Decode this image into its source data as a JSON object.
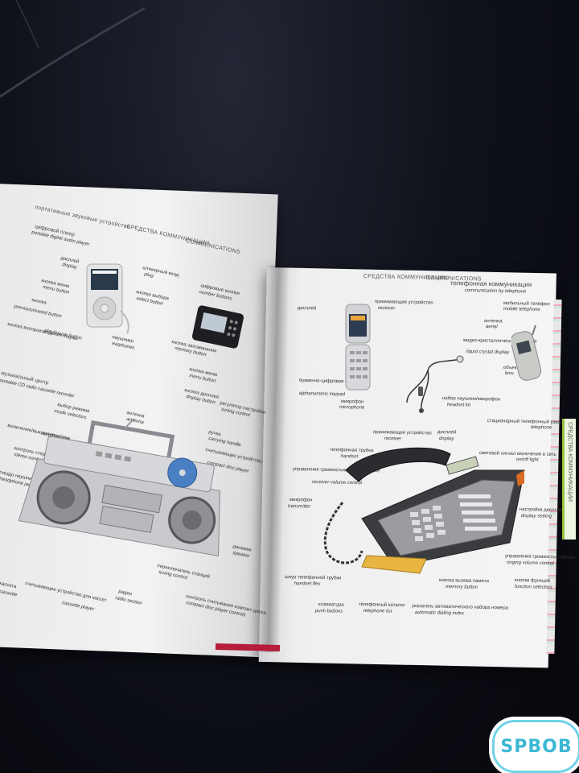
{
  "left_page": {
    "section_title": "портативные звуковые устройства",
    "header_ru": "СРЕДСТВА КОММУНИКАЦИИ",
    "header_en": "COMMUNICATIONS",
    "player_ru": "цифровой плеер",
    "player_en": "portable digital audio player",
    "labels": [
      {
        "ru": "дисплей",
        "en": "display"
      },
      {
        "ru": "кнопка меню",
        "en": "menu button"
      },
      {
        "ru": "кнопка",
        "en": "previous/rewind button"
      },
      {
        "ru": "кнопка воспроизведения /паузы",
        "en": "play/pause button"
      },
      {
        "ru": "наушники",
        "en": "earphones"
      },
      {
        "ru": "кнопка выбора",
        "en": "select button"
      },
      {
        "ru": "штекерный вход",
        "en": "plug"
      },
      {
        "ru": "цифровые кнопки",
        "en": "number buttons"
      },
      {
        "ru": "кнопка запоминания",
        "en": "memory button"
      },
      {
        "ru": "кнопка меню",
        "en": "menu button"
      },
      {
        "ru": "кнопка дисплея",
        "en": "display button"
      },
      {
        "ru": "регулятор настройки",
        "en": "tuning control"
      },
      {
        "ru": "выбор режима",
        "en": "mode selectors"
      },
      {
        "ru": "антенна",
        "en": "antenna"
      },
      {
        "ru": "включение/выключение/звук",
        "en": "on/off/volume"
      },
      {
        "ru": "контроль стереофонии",
        "en": "stereo control"
      },
      {
        "ru": "гнездо наушников",
        "en": "headphone jack"
      },
      {
        "ru": "ручка",
        "en": "carrying handle"
      },
      {
        "ru": "считывающее устройство",
        "en": "compact disc player"
      },
      {
        "ru": "динамик",
        "en": "speaker"
      },
      {
        "ru": "переключатель станций",
        "en": "tuning control"
      },
      {
        "ru": "радио",
        "en": "radio section"
      },
      {
        "ru": "считывающее устройство для кассет",
        "en": "cassette player"
      },
      {
        "ru": "кассета",
        "en": "cassette"
      },
      {
        "ru": "контроль считывания компакт-диска",
        "en": "compact disc player controls"
      }
    ],
    "boombox_ru": "музыкальный центр",
    "boombox_en": "portable CD radio cassette recorder"
  },
  "right_page": {
    "header_ru": "СРЕДСТВА КОММУНИКАЦИИ",
    "header_en": "COMMUNICATIONS",
    "section_ru": "телефонная коммуникация",
    "section_en": "communication by telephone",
    "mobile_ru": "мобильный телефон",
    "mobile_en": "mobile telephone",
    "antenna_ru": "антенна",
    "antenna_en": "aerial",
    "lcd_ru": "жидко-кристаллический дисплей",
    "lcd_en": "liquid crystal display",
    "lens_ru": "объектив",
    "lens_en": "lens",
    "headset_ru": "набор наушник/микрофон",
    "headset_en": "headset kit",
    "microphone_ru": "микрофон",
    "microphone_en": "microphone",
    "keypad_ru": "буквенно-цифровая клавиатура",
    "keypad_en": "alphanumeric keypad",
    "receiver_ru": "принимающее устройство",
    "receiver_en": "receiver",
    "display_ru": "дисплей",
    "display_en": "display",
    "stationary_ru": "стационарный телефонный узел",
    "stationary_en": "telephone",
    "handset_ru": "телефонная трубка",
    "handset_en": "handset",
    "volume_ru": "управление громкостью звука в трубке",
    "volume_en": "receiver volume control",
    "transmitter_ru": "микрофон",
    "transmitter_en": "transmitter",
    "cord_ru": "шнур телефонной трубки",
    "cord_en": "handset flex",
    "push_ru": "клавиатура",
    "push_en": "push buttons",
    "telelist_ru": "телефонный каталог",
    "telelist_en": "telephone list",
    "autodial_ru": "указатель автоматического набора номера",
    "autodial_en": "automatic dialing index",
    "memory_ru": "кнопка вызова памяти",
    "memory_en": "memory button",
    "function_ru": "кнопки функций",
    "function_en": "function selectors",
    "ringing_ru": "управление громкостью звонка",
    "ringing_en": "ringing volume control",
    "display_setting_ru": "настройка дисплея",
    "display_setting_en": "display setting",
    "onoff_ru": "световой сигнал включения в сеть",
    "onoff_en": "on/off light",
    "side_tab": "СРЕДСТВА КОММУНИКАЦИИ"
  },
  "watermark": "SPBOB"
}
